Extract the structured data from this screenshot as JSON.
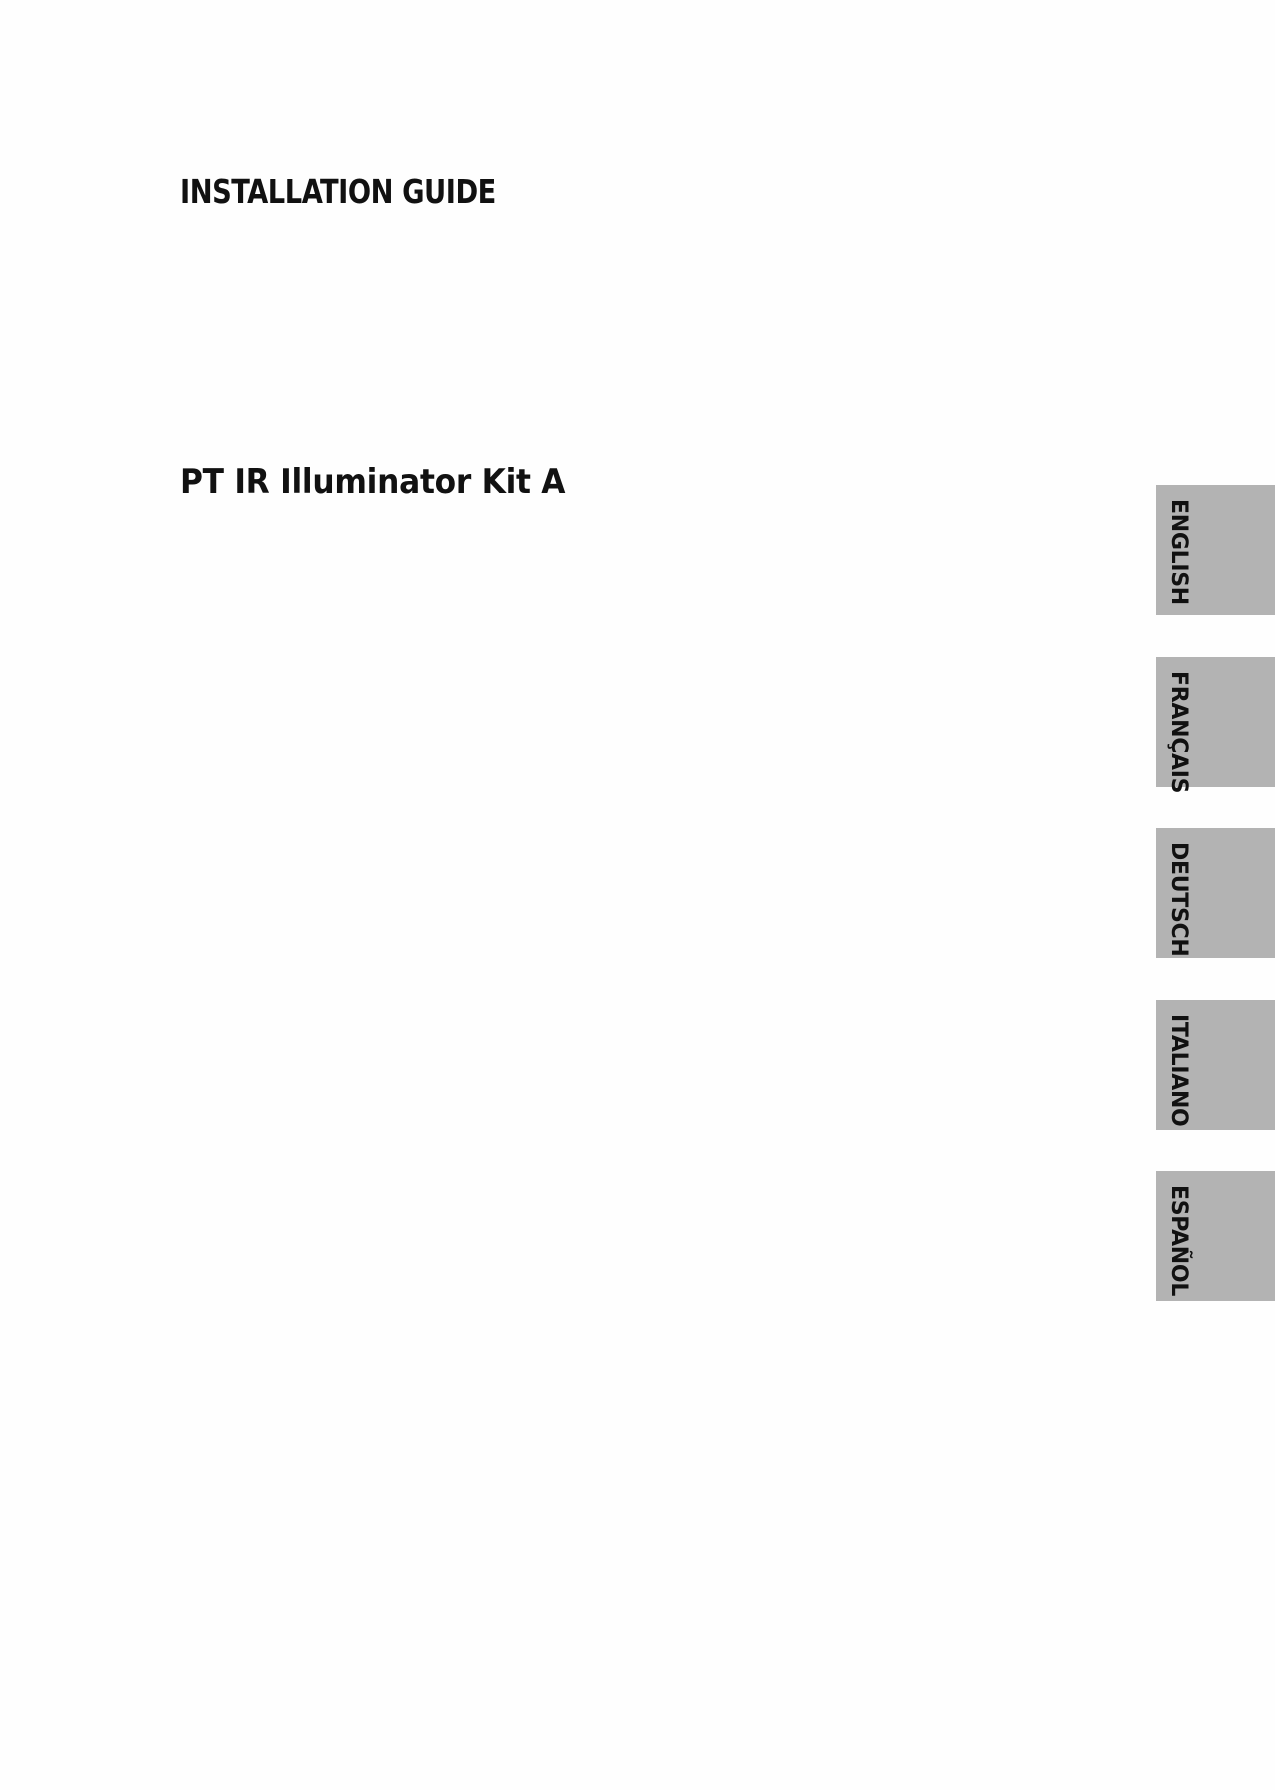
{
  "document": {
    "type_heading": "INSTALLATION GUIDE",
    "product_title": "PT IR Illuminator Kit A"
  },
  "language_tabs": [
    {
      "label": "ENGLISH"
    },
    {
      "label": "FRANÇAIS"
    },
    {
      "label": "DEUTSCH"
    },
    {
      "label": "ITALIANO"
    },
    {
      "label": "ESPAÑOL"
    }
  ],
  "colors": {
    "tab_background": "#b3b3b3",
    "text": "#111111",
    "page": "#fefefe"
  }
}
